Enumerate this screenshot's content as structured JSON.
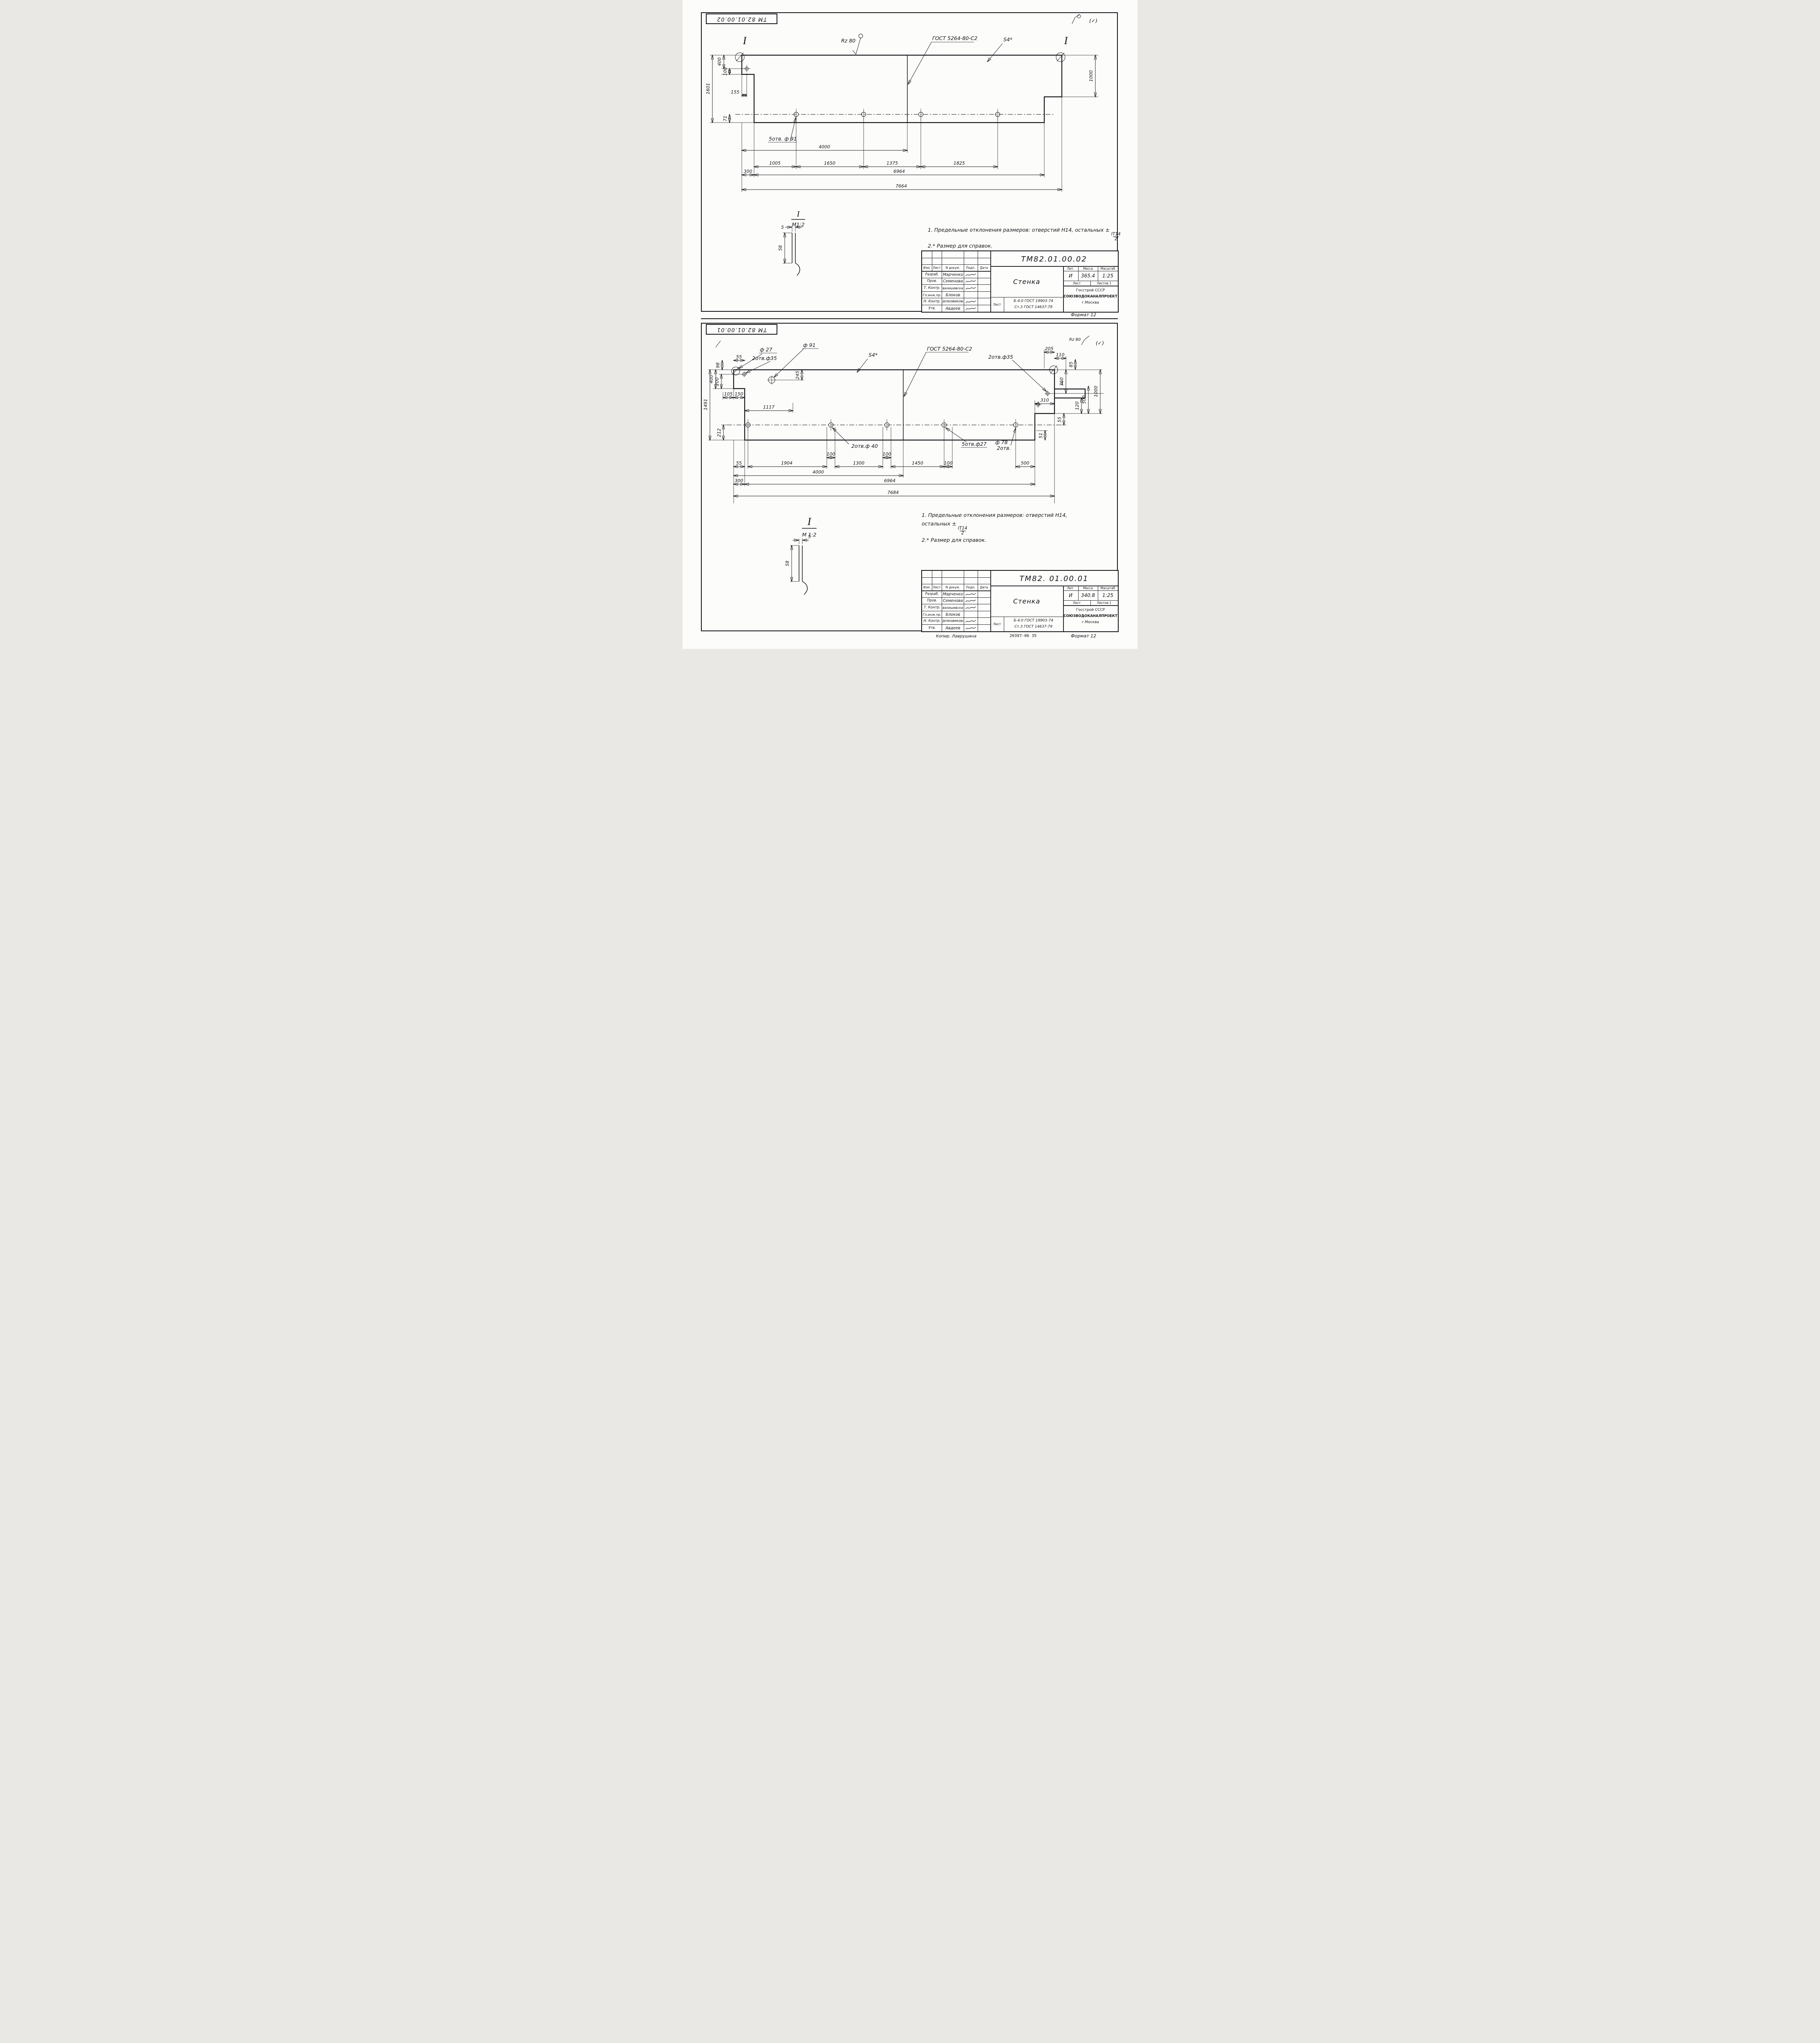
{
  "page": {
    "format_note": "Формат 12",
    "copy_line": {
      "kopir": "Копир. Лаврушина",
      "code": "20397-06   35"
    }
  },
  "common": {
    "surface_rz": "Rz 80",
    "surface_rest": "(✓)",
    "weld": "ГОСТ 5264-80-С2",
    "thickness": "S4*",
    "section": "I",
    "detail_scale_1": "М1:2",
    "detail_scale_2": "М 1:2"
  },
  "sheet1": {
    "stamp": "ТМ 82.01.00.02",
    "holes_note": "5отв. ф 91",
    "dims": {
      "d400": "400",
      "d100": "100",
      "d155": "155",
      "d1601": "1601",
      "d71": "71",
      "d1000": "1000",
      "d4000": "4000",
      "d1005": "1005",
      "d1650": "1650",
      "d1375": "1375",
      "d1825": "1825",
      "d300": "300",
      "d6964": "6964",
      "d7664": "7664",
      "d5": "5",
      "d58": "58"
    },
    "notes": {
      "line1": "1. Предельные отклонения размеров: отверстий Н14, остальных ±",
      "frac_top": "IT14",
      "frac_bot": "2",
      "line2": "2.* Размер для справок."
    },
    "tb": {
      "doc": "ТМ82.01.00.02",
      "name": "Стенка",
      "lit": "И",
      "mass": "365.4",
      "scale": "1:25"
    }
  },
  "sheet2": {
    "stamp": "ТМ 82.01.00.01",
    "labels": {
      "f27": "ф 27",
      "f91": "ф 91",
      "f35a": "2отв.ф35",
      "f35b": "2отв.ф35",
      "f40": "2отв.ф 40",
      "f27x5": "5отв.ф27",
      "f78": "ф 78",
      "f78b": "2отв."
    },
    "dims": {
      "a55": "55",
      "a98": "98",
      "a400": "400",
      "a200": "200",
      "a1491": "1491",
      "a105": "105",
      "a150": "150",
      "a1117": "1117",
      "a245": "245",
      "a212": "212",
      "b205": "205",
      "b110": "110",
      "b85": "85",
      "b360": "360",
      "b500": "500",
      "b1000": "1000",
      "b310": "310",
      "b120": "120",
      "b55": "55",
      "b51": "51",
      "c100a": "100",
      "c100b": "100",
      "c55": "55",
      "c1904": "1904",
      "c1300": "1300",
      "c1450": "1450",
      "c100": "100",
      "c500": "500",
      "c4000": "4000",
      "c300": "300",
      "c6964": "6964",
      "c7684": "7684",
      "d5": "5",
      "d58": "58"
    },
    "notes": {
      "line1": "1. Предельные отклонения размеров: отверстий Н14,",
      "line2a": "остальных ±",
      "frac_top": "IT14",
      "frac_bot": "2",
      "line3": "2.* Размер для справок."
    },
    "tb": {
      "doc": "ТМ82. 01.00.01",
      "name": "Стенка",
      "lit": "И",
      "mass": "340.8",
      "scale": "1:25"
    }
  },
  "tbc": {
    "cols": [
      "Изм.",
      "Лист",
      "N докум.",
      "Подп.",
      "Дата"
    ],
    "rows": [
      {
        "role": "Разраб.",
        "name": "Марченко"
      },
      {
        "role": "Пров.",
        "name": "Семенова"
      },
      {
        "role": "Т. Контр.",
        "name": "Гвазишевская"
      },
      {
        "role": "Гл.инж.пр.",
        "name": "Блоков"
      },
      {
        "role": "Н. Контр.",
        "name": "Целковикова"
      },
      {
        "role": "Утв.",
        "name": "Авдеев"
      }
    ],
    "lit": "Лит.",
    "mass": "Масса",
    "scale": "Масштаб",
    "sheet": "Лист",
    "sheets": "Листов 1",
    "org1": "Госстрой СССР",
    "org2": "СОЮЗВОДОКАНАЛПРОЕКТ",
    "org3": "г.Москва",
    "mat_label": "Лист",
    "mat1": "Б-4.0 ГОСТ 19903-74",
    "mat2": "Ст.3 ГОСТ 14637-79"
  }
}
